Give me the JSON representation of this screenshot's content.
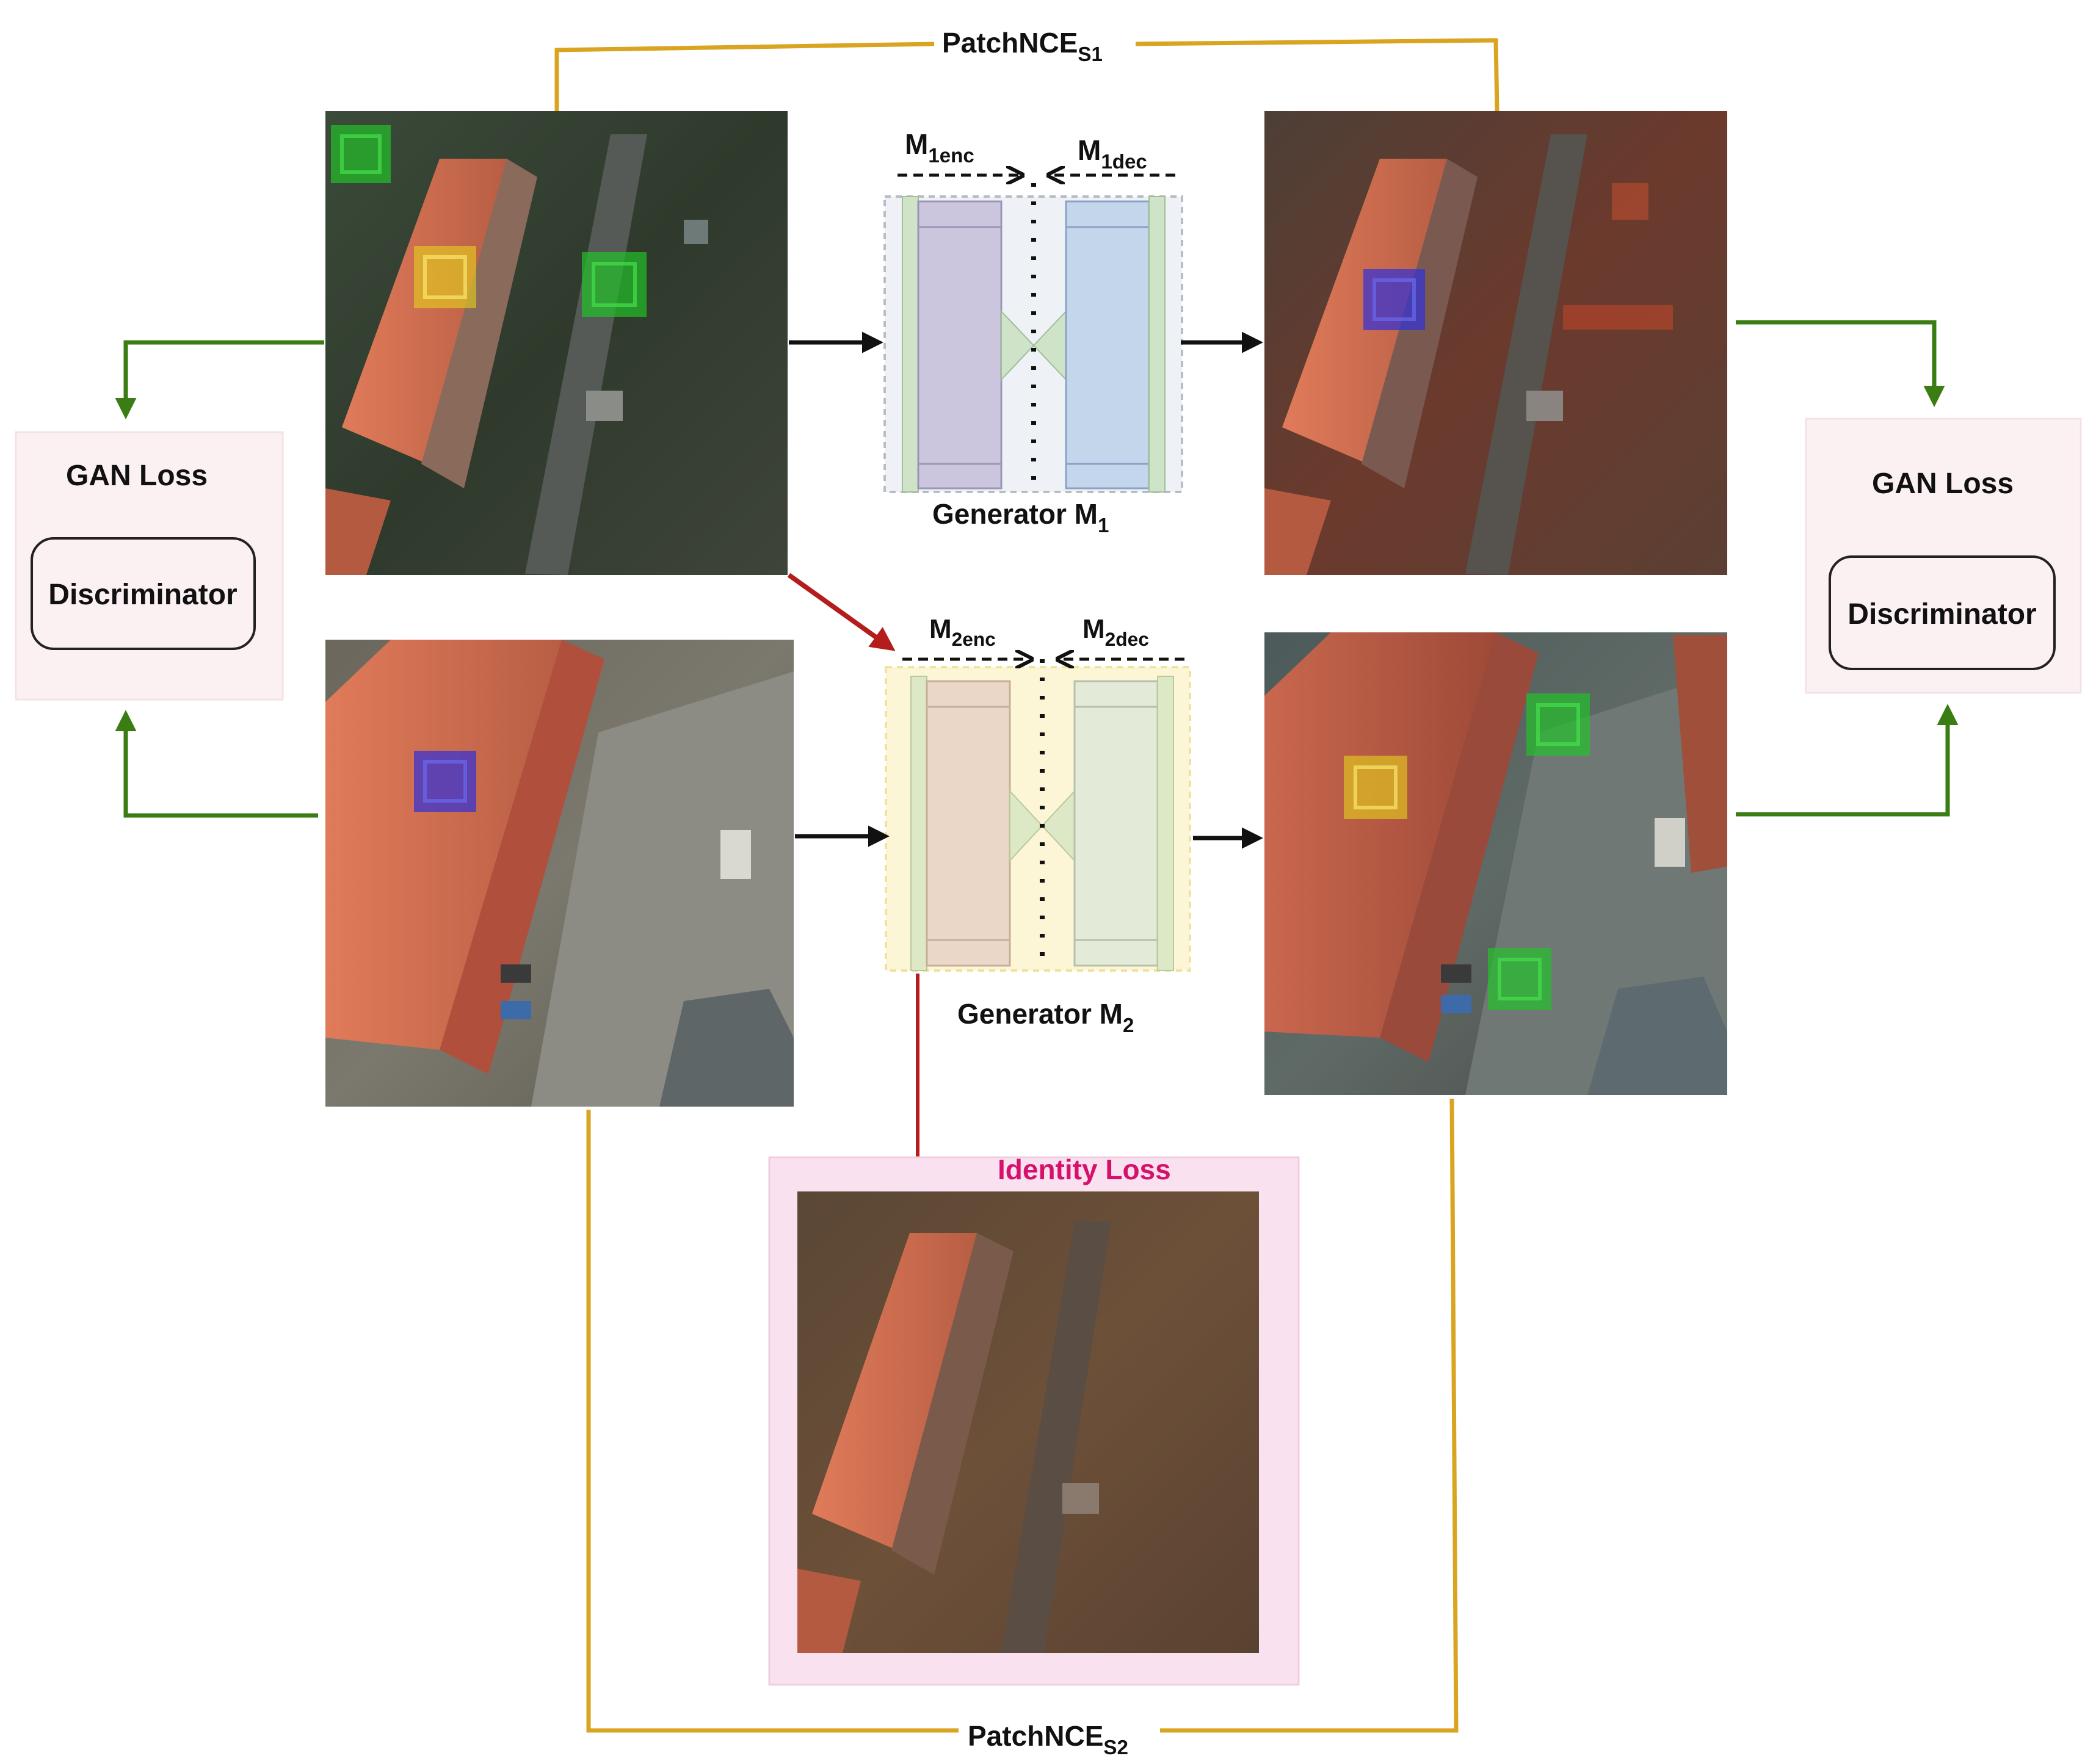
{
  "patchnce_top": {
    "main": "PatchNCE",
    "sub": "S1"
  },
  "patchnce_bottom": {
    "main": "PatchNCE",
    "sub": "S2"
  },
  "generator1": {
    "label_main": "Generator M",
    "label_sub": "1",
    "enc_main": "M",
    "enc_sub": "1enc",
    "dec_main": "M",
    "dec_sub": "1dec"
  },
  "generator2": {
    "label_main": "Generator M",
    "label_sub": "2",
    "enc_main": "M",
    "enc_sub": "2enc",
    "dec_main": "M",
    "dec_sub": "2dec"
  },
  "gan_left": {
    "title": "GAN Loss",
    "box": "Discriminator"
  },
  "gan_right": {
    "title": "GAN Loss",
    "box": "Discriminator"
  },
  "identity_loss": "Identity Loss",
  "colors": {
    "green_arrow": "#3a7d12",
    "gold_line": "#d9a521",
    "red_arrow": "#b51d1d",
    "identity_text": "#d6116b",
    "patch_green": "#22c02a",
    "patch_yellow": "#e6d21a",
    "patch_blue": "#3030d8"
  }
}
